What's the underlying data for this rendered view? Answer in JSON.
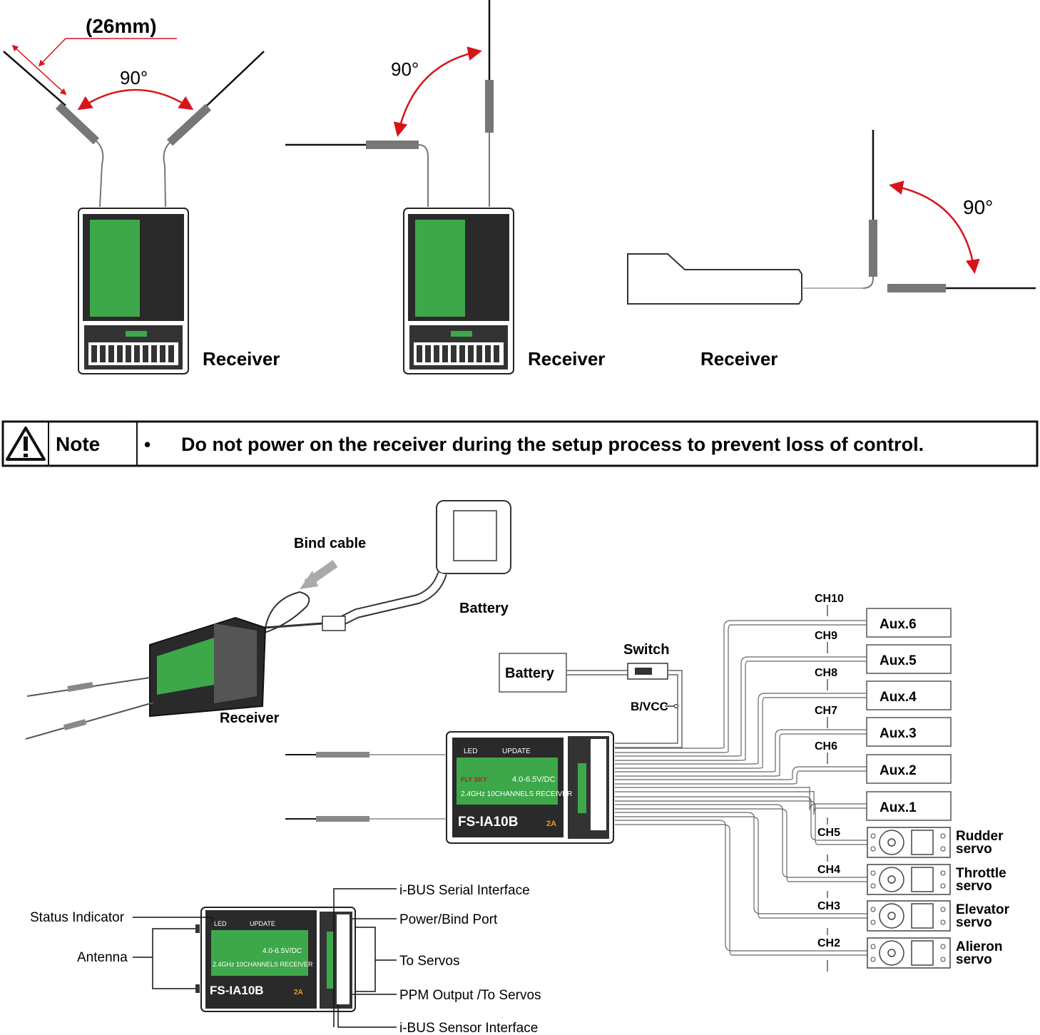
{
  "antenna_setup": {
    "measure_label": "(26mm)",
    "angle_label": "90°",
    "receiver_label": "Receiver"
  },
  "receiver_unit": {
    "model": "FS-IA10B",
    "band": "2.4GHz 10CHANNELS RECEIVER",
    "voltage": "4.0-6.5V/DC",
    "brand": "FLY SKY",
    "led_label": "LED",
    "update_label": "UPDATE",
    "current": "2A"
  },
  "note": {
    "label": "Note",
    "bullet": "•",
    "text": "Do not power on the receiver during the setup process to prevent loss of control."
  },
  "bind_diagram": {
    "bind_cable": "Bind cable",
    "battery": "Battery",
    "receiver": "Receiver"
  },
  "wiring": {
    "battery": "Battery",
    "switch": "Switch",
    "bvcc": "B/VCC",
    "aux": [
      {
        "ch": "CH10",
        "label": "Aux.6"
      },
      {
        "ch": "CH9",
        "label": "Aux.5"
      },
      {
        "ch": "CH8",
        "label": "Aux.4"
      },
      {
        "ch": "CH7",
        "label": "Aux.3"
      },
      {
        "ch": "CH6",
        "label": "Aux.2"
      },
      {
        "ch": "",
        "label": "Aux.1"
      }
    ],
    "servos": [
      {
        "ch": "CH5",
        "line1": "Rudder",
        "line2": "servo"
      },
      {
        "ch": "CH4",
        "line1": "Throttle",
        "line2": "servo"
      },
      {
        "ch": "CH3",
        "line1": "Elevator",
        "line2": "servo"
      },
      {
        "ch": "CH2",
        "line1": "Alieron",
        "line2": "servo"
      }
    ]
  },
  "legend": {
    "status_indicator": "Status Indicator",
    "antenna": "Antenna",
    "ibus_serial": "i-BUS Serial Interface",
    "power_bind": "Power/Bind Port",
    "to_servos": "To Servos",
    "ppm_output": "PPM Output /To Servos",
    "ibus_sensor": "i-BUS Sensor Interface"
  }
}
